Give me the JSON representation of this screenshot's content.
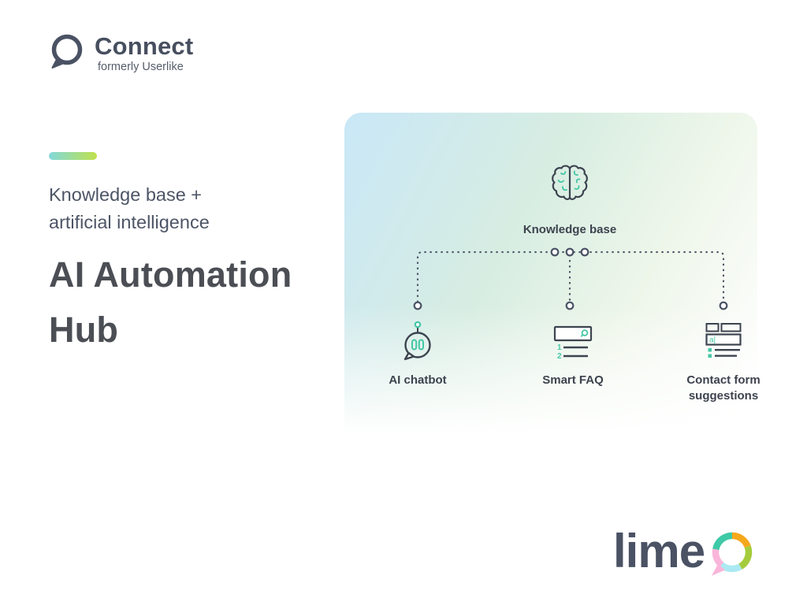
{
  "header": {
    "brand": "Connect",
    "tagline": "formerly Userlike",
    "logo_icon": "speech-bubble-icon"
  },
  "hero": {
    "kicker": [
      "Knowledge base +",
      "artificial intelligence"
    ],
    "title": [
      "AI Automation",
      "Hub"
    ]
  },
  "diagram": {
    "root": {
      "icon": "brain-icon",
      "label": "Knowledge base"
    },
    "nodes": [
      {
        "icon": "chatbot-icon",
        "label": "AI chatbot"
      },
      {
        "icon": "smart-faq-icon",
        "label": "Smart FAQ",
        "list_markers": [
          "1",
          "2"
        ]
      },
      {
        "icon": "contact-form-icon",
        "label": "Contact form suggestions",
        "input_text": "a|"
      }
    ]
  },
  "footer": {
    "brand": "lime",
    "logo_icon": "lime-speech-bubble-icon"
  },
  "colors": {
    "slate_text": "#4a5264",
    "title_text": "#4b4e54",
    "accent_teal": "#44c7a5",
    "icon_outline": "#3d4450",
    "pill_gradient": [
      "#82d8db",
      "#bfe14d"
    ],
    "panel_gradient": [
      "#c9e7f7",
      "#d7ede2",
      "#ffffff"
    ],
    "lime_logo_segments": {
      "teal": "#3ec9a7",
      "orange": "#f6a81c",
      "green": "#a4cc3c",
      "cyan": "#abe9f2",
      "pink": "#f9b5da"
    }
  }
}
